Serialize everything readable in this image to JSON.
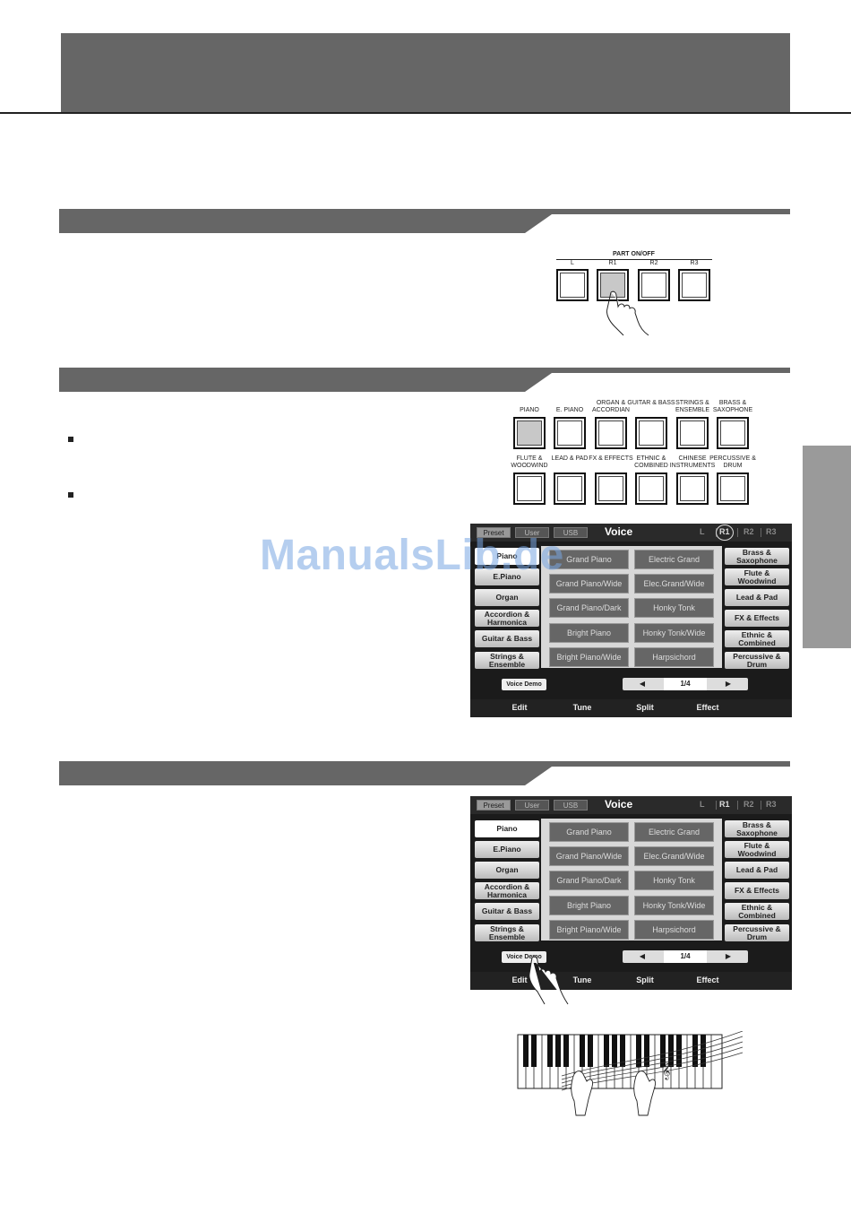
{
  "watermark": "ManualsLib.de",
  "part_panel": {
    "title": "PART ON/OFF",
    "buttons": [
      {
        "label": "L",
        "active": false
      },
      {
        "label": "R1",
        "active": true
      },
      {
        "label": "R2",
        "active": false
      },
      {
        "label": "R3",
        "active": false
      }
    ]
  },
  "voice_buttons": {
    "row1": [
      {
        "label": "PIANO",
        "active": true
      },
      {
        "label": "E. PIANO",
        "active": false
      },
      {
        "label": "ORGAN & ACCORDIAN",
        "active": false
      },
      {
        "label": "GUITAR & BASS",
        "active": false
      },
      {
        "label": "STRINGS & ENSEMBLE",
        "active": false
      },
      {
        "label": "BRASS & SAXOPHONE",
        "active": false
      }
    ],
    "row2": [
      {
        "label": "FLUTE & WOODWIND",
        "active": false
      },
      {
        "label": "LEAD & PAD",
        "active": false
      },
      {
        "label": "FX & EFFECTS",
        "active": false
      },
      {
        "label": "ETHNIC & COMBINED",
        "active": false
      },
      {
        "label": "CHINESE INSTRUMENTS",
        "active": false
      },
      {
        "label": "PERCUSSIVE & DRUM",
        "active": false
      }
    ]
  },
  "screen": {
    "tabs": [
      "Preset",
      "User",
      "USB"
    ],
    "title": "Voice",
    "parts": [
      "L",
      "R1",
      "R2",
      "R3"
    ],
    "left_categories": [
      "Piano",
      "E.Piano",
      "Organ",
      "Accordion & Harmonica",
      "Guitar & Bass",
      "Strings & Ensemble"
    ],
    "right_categories": [
      "Brass & Saxophone",
      "Flute & Woodwind",
      "Lead & Pad",
      "FX & Effects",
      "Ethnic & Combined",
      "Percussive & Drum"
    ],
    "voices": [
      "Grand Piano",
      "Electric Grand",
      "Grand Piano/Wide",
      "Elec.Grand/Wide",
      "Grand Piano/Dark",
      "Honky Tonk",
      "Bright Piano",
      "Honky Tonk/Wide",
      "Bright Piano/Wide",
      "Harpsichord"
    ],
    "demo_label": "Voice Demo",
    "prev_arrow": "◀",
    "page": "1/4",
    "next_arrow": "▶",
    "functions": [
      "Edit",
      "Tune",
      "Split",
      "Effect"
    ]
  },
  "colors": {
    "header": "#666666",
    "section_bar": "#666666",
    "side_tab": "#9a9a9a",
    "button_active": "#c8c8c8"
  }
}
